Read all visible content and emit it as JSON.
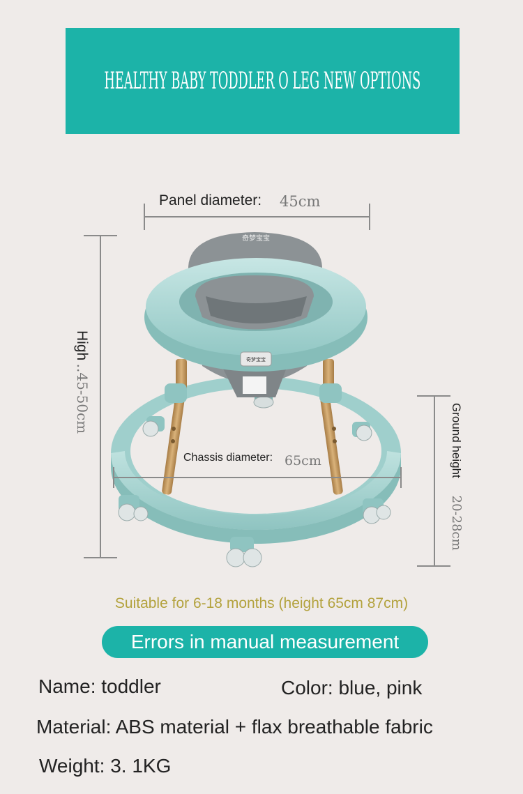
{
  "banner": {
    "title": "HEALTHY BABY TODDLER O LEG NEW OPTIONS"
  },
  "dimensions": {
    "panel_label": "Panel diameter:",
    "panel_value": "45cm",
    "high_label": "High",
    "high_value": "..45-50cm",
    "chassis_label": "Chassis diameter:",
    "chassis_value": "65cm",
    "ground_label": "Ground height",
    "ground_value": "20-28cm"
  },
  "product": {
    "seat_brand": "奇梦宝宝",
    "badge_text": "奇梦宝宝"
  },
  "suitable_text": "Suitable for 6-18 months (height 65cm 87cm)",
  "note_pill": "Errors in manual measurement",
  "specs": {
    "name": "Name: toddler",
    "color": "Color: blue, pink",
    "material": "Material: ABS material + flax breathable fabric",
    "weight": "Weight: 3. 1KG"
  },
  "colors": {
    "accent": "#1cb3a8",
    "suitable_text": "#b3a23d",
    "walker_body": "#a9d5d3",
    "seat_fabric": "#8c9295",
    "legs": "#c29a63"
  }
}
